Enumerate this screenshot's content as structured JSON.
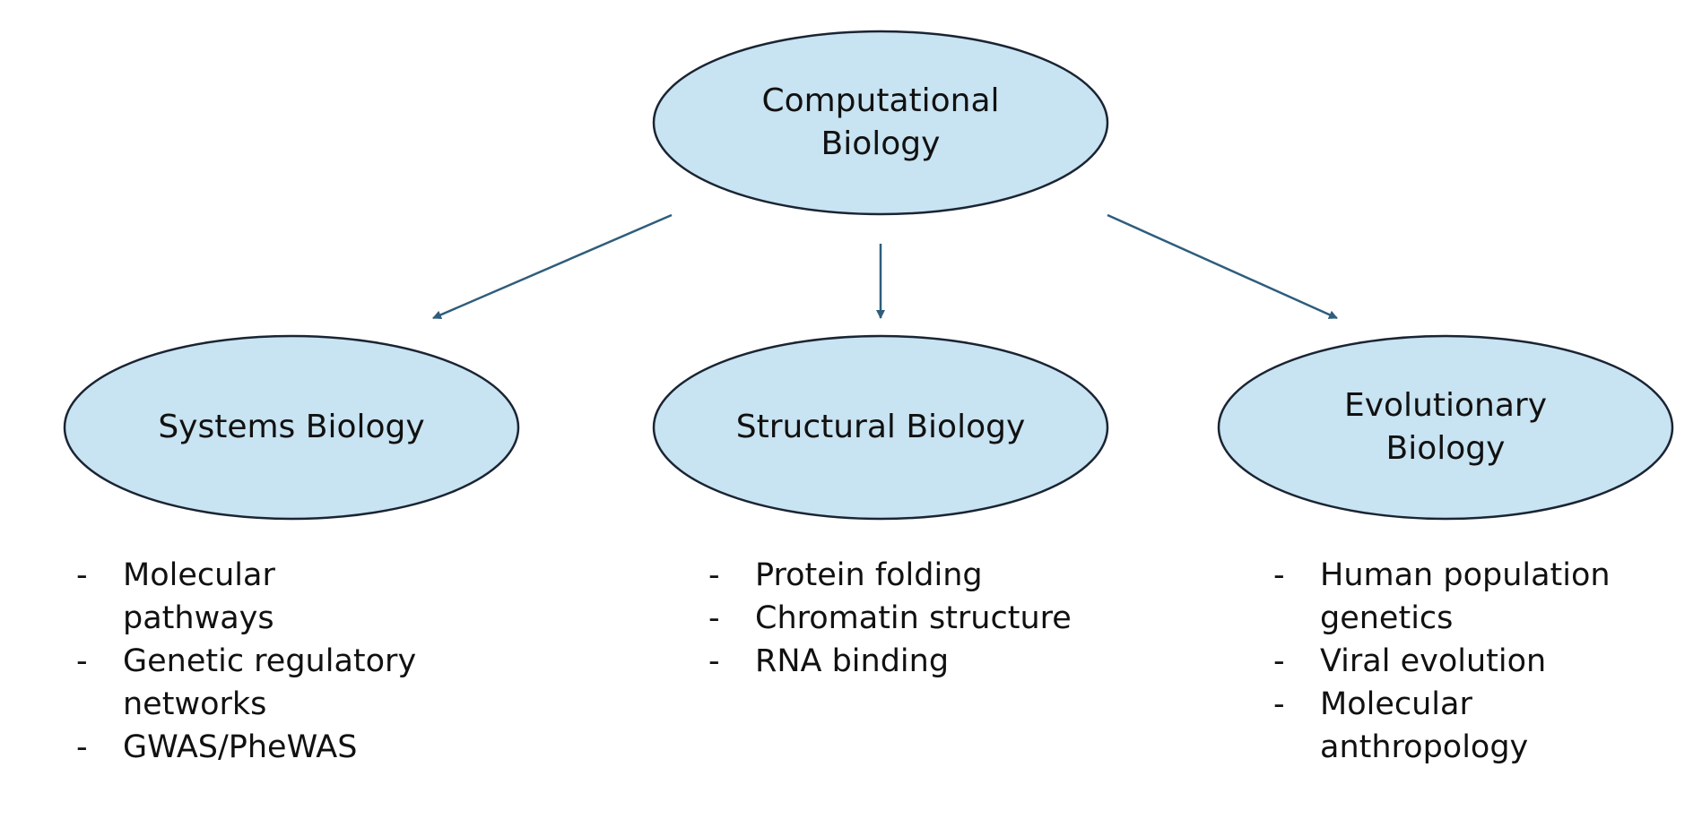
{
  "colors": {
    "node_fill": "#c8e3f1",
    "node_stroke": "#1a2433",
    "arrow": "#2f5d7c"
  },
  "root": {
    "line1": "Computational",
    "line2": "Biology"
  },
  "branches": [
    {
      "label_line1": "Systems Biology",
      "items": [
        "Molecular pathways",
        "Genetic regulatory networks",
        "GWAS/PheWAS"
      ]
    },
    {
      "label_line1": "Structural Biology",
      "items": [
        "Protein folding",
        "Chromatin structure",
        "RNA binding"
      ]
    },
    {
      "label_line1": "Evolutionary",
      "label_line2": "Biology",
      "items": [
        "Human population genetics",
        "Viral evolution",
        "Molecular anthropology"
      ]
    }
  ]
}
